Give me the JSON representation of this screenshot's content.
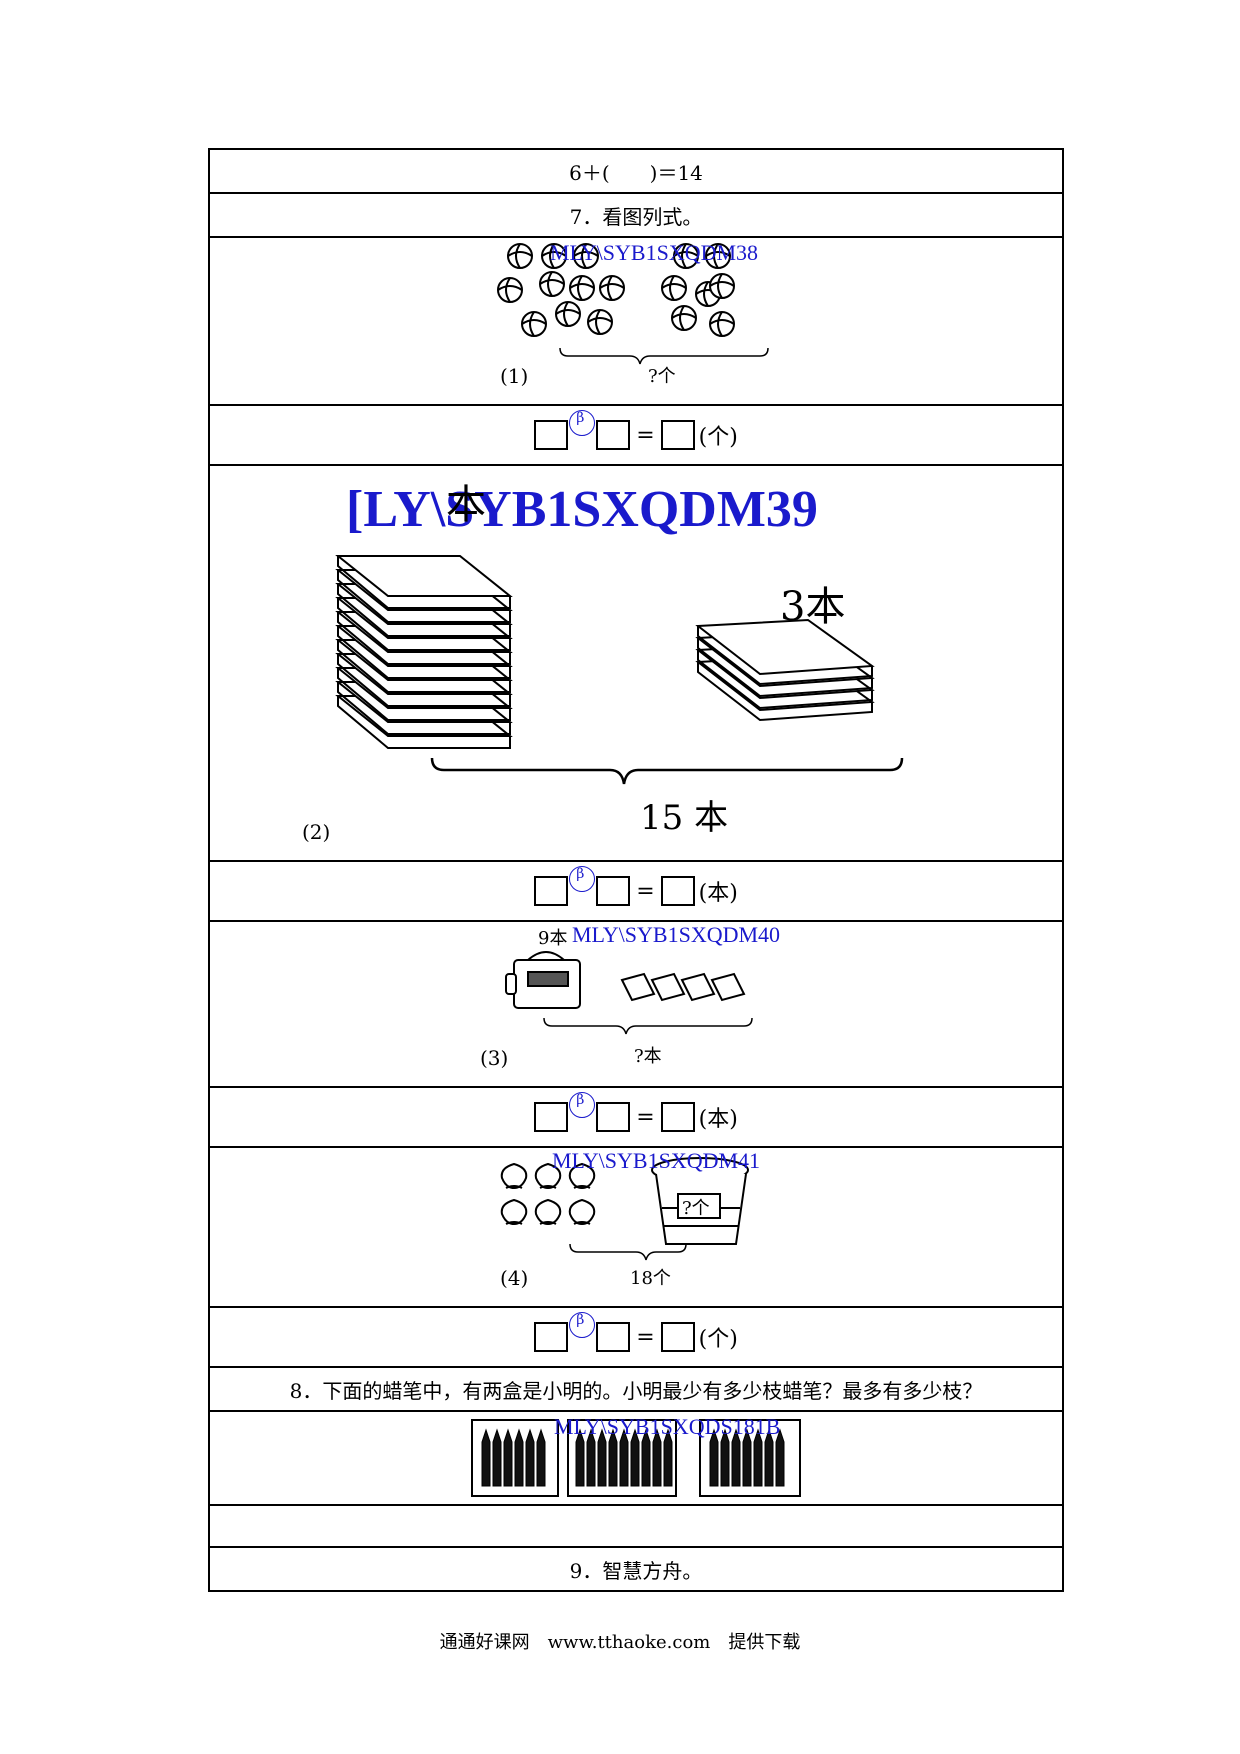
{
  "rows": {
    "r1": "6＋(　　)＝14",
    "q7": "7．看图列式。",
    "q8": "8．下面的蜡笔中，有两盒是小明的。小明最少有多少枝蜡笔？最多有多少枝？",
    "q9": "9．智慧方舟。"
  },
  "pictures": {
    "p1": {
      "label": "(1)",
      "watermark": "MLY\\SYB1SXQDM38",
      "brace_text": "?个"
    },
    "p2": {
      "label": "(2)",
      "watermark": "[LY\\SYB1SXQDM39",
      "small_stack": "3本",
      "brace_text": "15 本",
      "top_text": "本"
    },
    "p3": {
      "label": "(3)",
      "watermark": "MLY\\SYB1SXQDM40",
      "top_text": "9本",
      "brace_text": "?本"
    },
    "p4": {
      "label": "(4)",
      "watermark": "MLY\\SYB1SXQDM41",
      "basket_text": "?个",
      "brace_text": "18个"
    },
    "p5": {
      "watermark": "MLY\\SYB1SXQDS181B"
    }
  },
  "equations": {
    "e1": {
      "eq": "=",
      "unit": "(个)",
      "op": "β"
    },
    "e2": {
      "eq": "=",
      "unit": "(本)",
      "op": "β"
    },
    "e3": {
      "eq": "=",
      "unit": "(本)",
      "op": "β"
    },
    "e4": {
      "eq": "=",
      "unit": "(个)",
      "op": "β"
    }
  },
  "footer": "通通好课网　www.tthaoke.com　提供下载"
}
